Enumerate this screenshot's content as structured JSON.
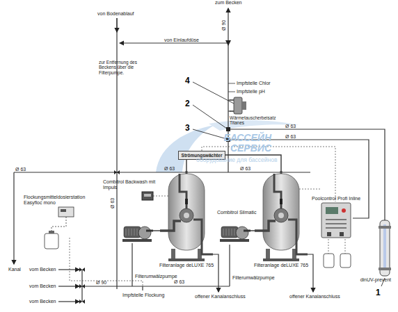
{
  "diagram": {
    "nodes": [
      {
        "text": [
          "Wärmetauscherbeisatz Titanes"
        ]
      },
      {
        "text": [
          "Strömungswächter"
        ]
      },
      {
        "text": [
          "Combitrol Backwash mit Impuls"
        ]
      },
      {
        "text": [
          "Flockungsmitteldosierstation Easyfloc mono"
        ]
      },
      {
        "text": [
          "Poolcontrol Profi Inline"
        ]
      },
      {
        "text": [
          "Filteranlage deLUXE 765"
        ]
      },
      {
        "text": [
          "Combitrol Silmatic",
          "Filteranlage deLUXE 765"
        ]
      },
      {
        "text": [
          "Filterumwälzpumpe"
        ]
      },
      {
        "text": [
          "Filterumwälzpumpe"
        ]
      },
      {
        "text": [
          "dinUV-prevent"
        ]
      }
    ],
    "edges": [
      {
        "from": 7,
        "to": 5,
        "arrow": "none"
      },
      {
        "from": 8,
        "to": 6,
        "arrow": "none"
      },
      {
        "from": 5,
        "to": 1,
        "arrow": "none"
      },
      {
        "from": 6,
        "to": 1,
        "arrow": "none"
      }
    ],
    "labels": [
      "zum Becken",
      "Ø 90",
      "von Bodenablauf",
      "von Einlaufdüse",
      "zur Entfernung des Beckens über die Filterpumpe.",
      "Impfstelle Chlor",
      "Impfstelle pH",
      "4",
      "2",
      "3",
      "Ø 63",
      "Ø 63",
      "Ø 63",
      "Ø 63",
      "Ø 63",
      "Ø 63",
      "Kanal",
      "vom Becken",
      "vom Becken",
      "vom Becken",
      "Ø 90",
      "Ø 63",
      "offener Kanalanschluss",
      "offener Kanalanschluss",
      "Impfstelle Flockung",
      "1",
      "БАССЕЙН СЕРВИС",
      "оборудование для бассейнов"
    ]
  }
}
